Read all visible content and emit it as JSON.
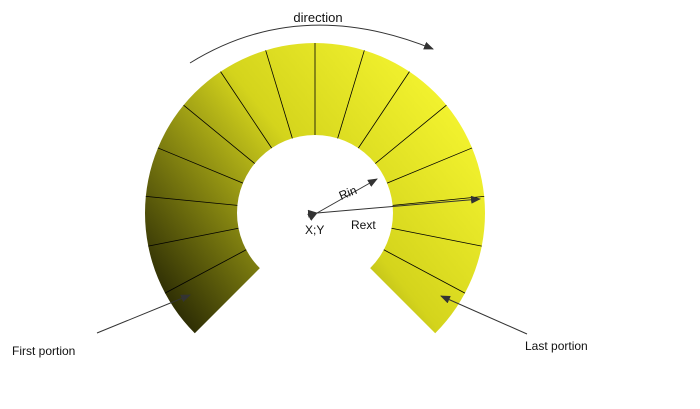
{
  "diagram": {
    "labels": {
      "direction": "direction",
      "rin": "Rin",
      "rext": "Rext",
      "center": "X;Y",
      "first_portion": "First portion",
      "last_portion": "Last portion"
    },
    "arc": {
      "start_angle_deg": 225,
      "end_angle_deg": -45,
      "portion_count": 16,
      "gradient_start_color": "#2b2b04",
      "gradient_mid_color": "#d4d41c",
      "gradient_end_color": "#f5f530",
      "divider_color": "#000000"
    },
    "arrow_color": "#333333"
  }
}
